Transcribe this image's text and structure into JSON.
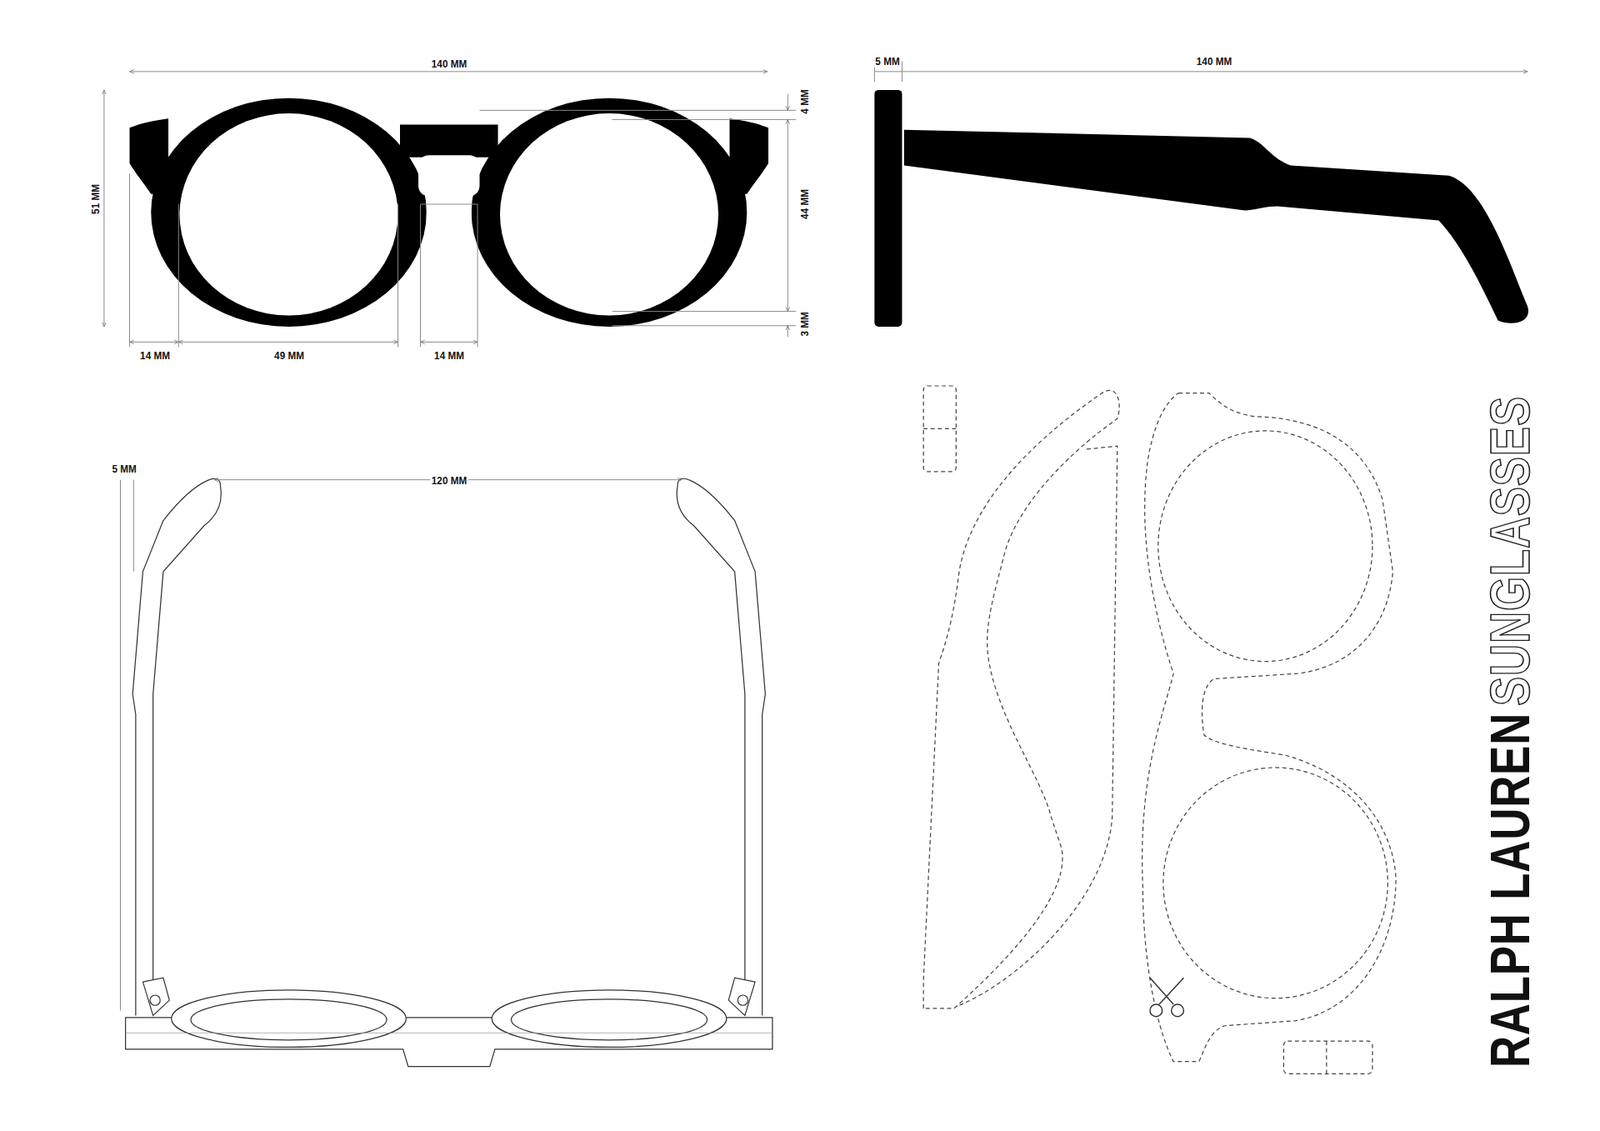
{
  "diagram": {
    "labels": [
      "140 MM",
      "51 MM",
      "4 MM",
      "44 MM",
      "3 MM",
      "14 MM",
      "49 MM",
      "14 MM",
      "5 MM",
      "140 MM",
      "5 MM",
      "120 MM",
      "RALPH LAUREN",
      "SUNGLASSES"
    ]
  }
}
